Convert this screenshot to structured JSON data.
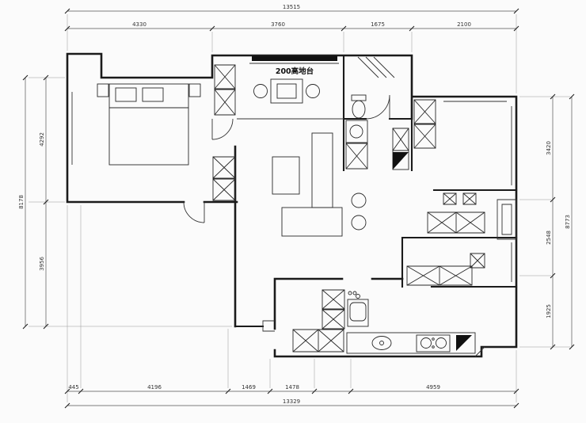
{
  "drawing": {
    "platform_label": "200高地台"
  },
  "dimensions": {
    "top": {
      "total": "13515",
      "segments": [
        "4330",
        "3760",
        "1675",
        "2100"
      ]
    },
    "left": {
      "total": "8178",
      "segments": [
        "4292",
        "3956"
      ]
    },
    "right": {
      "total": "8773",
      "segments": [
        "3420",
        "2548",
        "1925"
      ]
    },
    "bottom": {
      "total": "13329",
      "segments": [
        "445",
        "4196",
        "1469",
        "1478",
        "4959"
      ]
    }
  }
}
